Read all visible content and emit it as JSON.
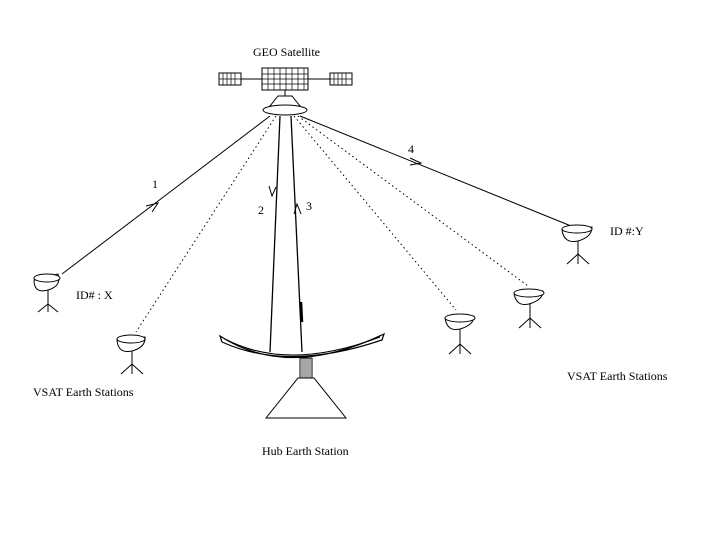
{
  "diagram": {
    "satellite_label": "GEO Satellite",
    "hub_label": "Hub Earth Station",
    "vsat_label_left": "VSAT Earth Stations",
    "vsat_label_right": "VSAT Earth Stations",
    "station_x_id": "ID# : X",
    "station_y_id": "ID #:Y",
    "link_labels": {
      "one": "1",
      "two": "2",
      "three": "3",
      "four": "4"
    }
  },
  "icons": {
    "satellite": "satellite-icon",
    "hub_dish": "hub-dish-icon",
    "vsat_dish": "vsat-dish-icon"
  }
}
